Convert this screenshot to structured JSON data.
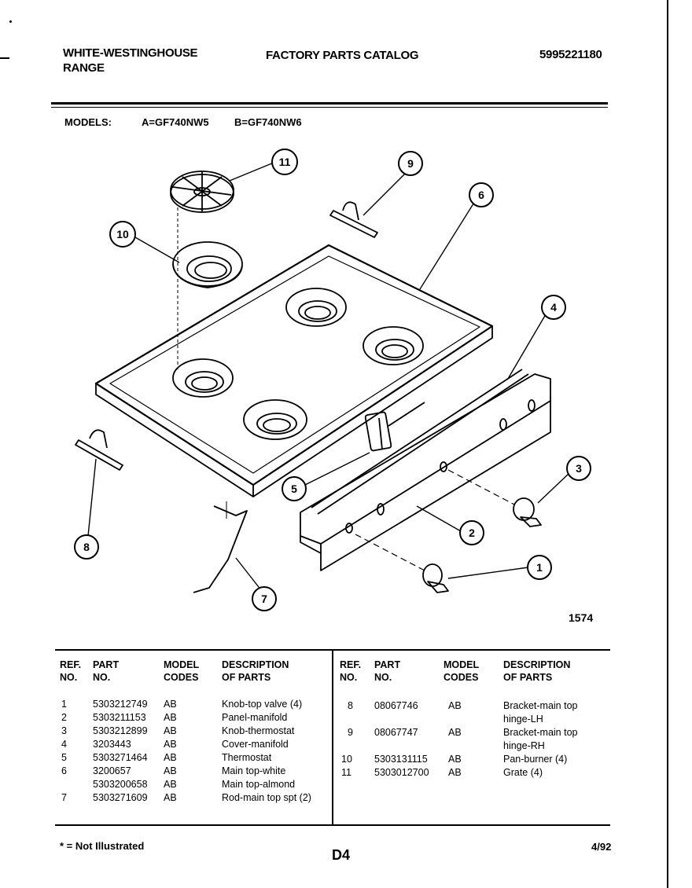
{
  "header": {
    "brand_line1": "WHITE-WESTINGHOUSE",
    "brand_line2": "RANGE",
    "catalog_title": "FACTORY PARTS CATALOG",
    "catalog_number": "5995221180"
  },
  "models": {
    "label": "MODELS:",
    "model_a": "A=GF740NW5",
    "model_b": "B=GF740NW6"
  },
  "diagram": {
    "figure_number": "1574",
    "callouts": [
      "1",
      "2",
      "3",
      "4",
      "5",
      "6",
      "7",
      "8",
      "9",
      "10",
      "11"
    ]
  },
  "table": {
    "left_headers": {
      "ref": [
        "REF.",
        "NO."
      ],
      "part": [
        "PART",
        "NO."
      ],
      "model": [
        "MODEL",
        "CODES"
      ],
      "desc": [
        "DESCRIPTION",
        "OF PARTS"
      ]
    },
    "right_headers": {
      "ref": [
        "REF.",
        "NO."
      ],
      "part": [
        "PART",
        "NO."
      ],
      "model": [
        "MODEL",
        "CODES"
      ],
      "desc": [
        "DESCRIPTION",
        "OF PARTS"
      ]
    },
    "left_rows": [
      {
        "ref": "1",
        "part": "5303212749",
        "codes": "AB",
        "desc": "Knob-top valve (4)"
      },
      {
        "ref": "2",
        "part": "5303211153",
        "codes": "AB",
        "desc": "Panel-manifold"
      },
      {
        "ref": "3",
        "part": "5303212899",
        "codes": "AB",
        "desc": "Knob-thermostat"
      },
      {
        "ref": "4",
        "part": "3203443",
        "codes": "AB",
        "desc": "Cover-manifold"
      },
      {
        "ref": "5",
        "part": "5303271464",
        "codes": "AB",
        "desc": "Thermostat"
      },
      {
        "ref": "6",
        "part": "3200657",
        "codes": "AB",
        "desc": "Main top-white"
      },
      {
        "ref": "",
        "part": "5303200658",
        "codes": "AB",
        "desc": "Main top-almond"
      },
      {
        "ref": "7",
        "part": "5303271609",
        "codes": "AB",
        "desc": "Rod-main top spt (2)"
      }
    ],
    "right_rows": [
      {
        "ref": "8",
        "part": "08067746",
        "codes": "AB",
        "desc": "Bracket-main top",
        "desc2": "hinge-LH"
      },
      {
        "ref": "9",
        "part": "08067747",
        "codes": "AB",
        "desc": "Bracket-main top",
        "desc2": "hinge-RH"
      },
      {
        "ref": "10",
        "part": "5303131115",
        "codes": "AB",
        "desc": "Pan-burner (4)",
        "desc2": ""
      },
      {
        "ref": "11",
        "part": "5303012700",
        "codes": "AB",
        "desc": "Grate (4)",
        "desc2": ""
      }
    ]
  },
  "footer": {
    "note": "* = Not Illustrated",
    "page_code": "D4",
    "date": "4/92"
  }
}
